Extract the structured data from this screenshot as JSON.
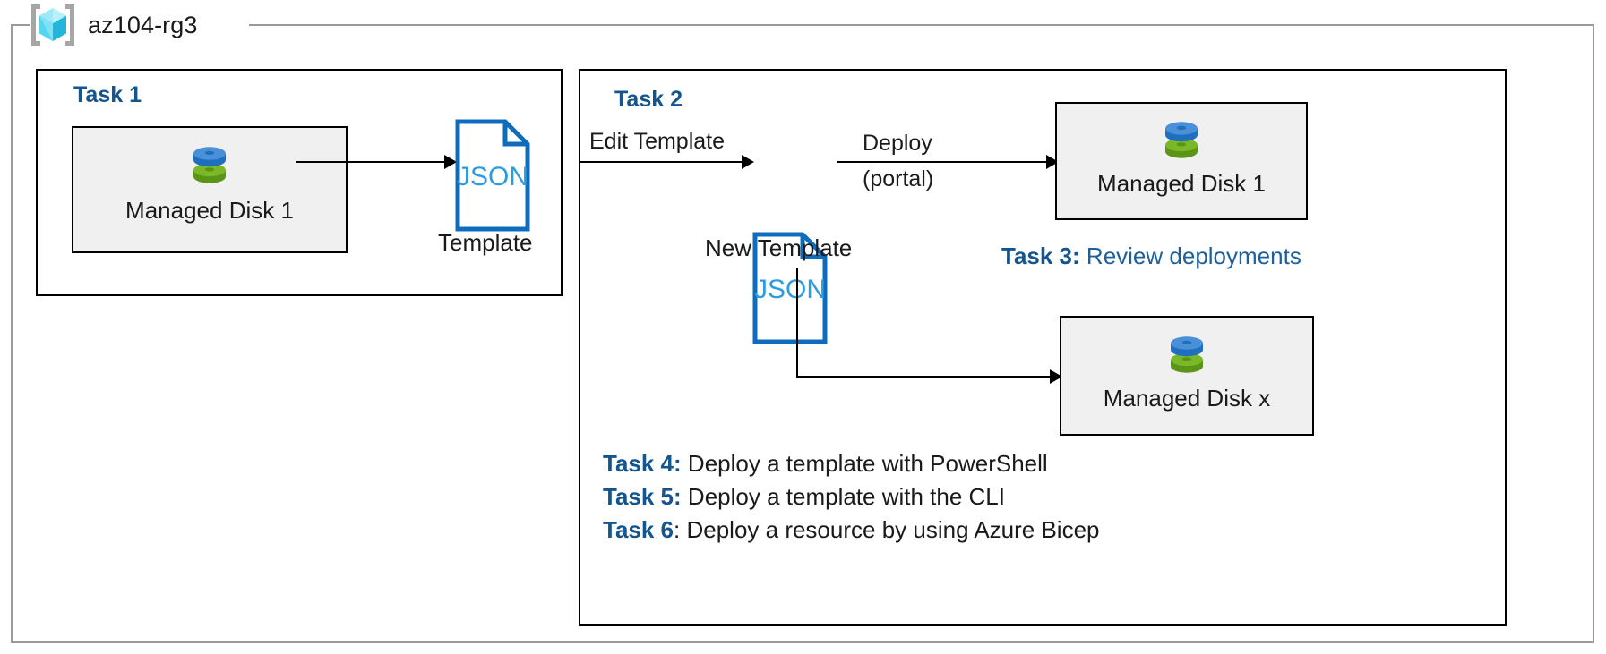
{
  "resource_group": {
    "name": "az104-rg3",
    "icon": "azure-resource-group-icon"
  },
  "diagram": {
    "title": "az104-rg3",
    "task1": {
      "heading": "Task 1",
      "resource": {
        "label": "Managed Disk 1",
        "icon": "managed-disk-icon"
      },
      "template": {
        "icon_text": "JSON",
        "caption": "Template"
      },
      "edge_label": ""
    },
    "task2": {
      "heading": "Task 2",
      "edge_edit_label": "Edit Template",
      "template": {
        "icon_text": "JSON",
        "caption": "New Template"
      },
      "edge_deploy_label_line1": "Deploy",
      "edge_deploy_label_line2": "(portal)",
      "resource_top": {
        "label": "Managed Disk 1",
        "icon": "managed-disk-icon"
      },
      "resource_bottom": {
        "label": "Managed Disk x",
        "icon": "managed-disk-icon"
      }
    },
    "task3": {
      "label": "Task 3:",
      "description": "Review deployments"
    },
    "task4": {
      "label": "Task 4:",
      "description": "Deploy a template with PowerShell"
    },
    "task5": {
      "label": "Task 5:",
      "description": "Deploy a template with the CLI"
    },
    "task6": {
      "label": "Task 6",
      "colon": ":",
      "description": " Deploy a resource by using Azure Bicep"
    }
  },
  "colors": {
    "task_heading_blue": "#13558c",
    "task3_description_blue": "#1e5f9e",
    "json_outline_blue": "#0f6cbd",
    "json_text_blue": "#2e9bdf",
    "resource_box_fill": "#f0f0f0",
    "frame_grey": "#9a9a9a",
    "disk_blue": "#4a90d9",
    "disk_green": "#76b82a"
  }
}
